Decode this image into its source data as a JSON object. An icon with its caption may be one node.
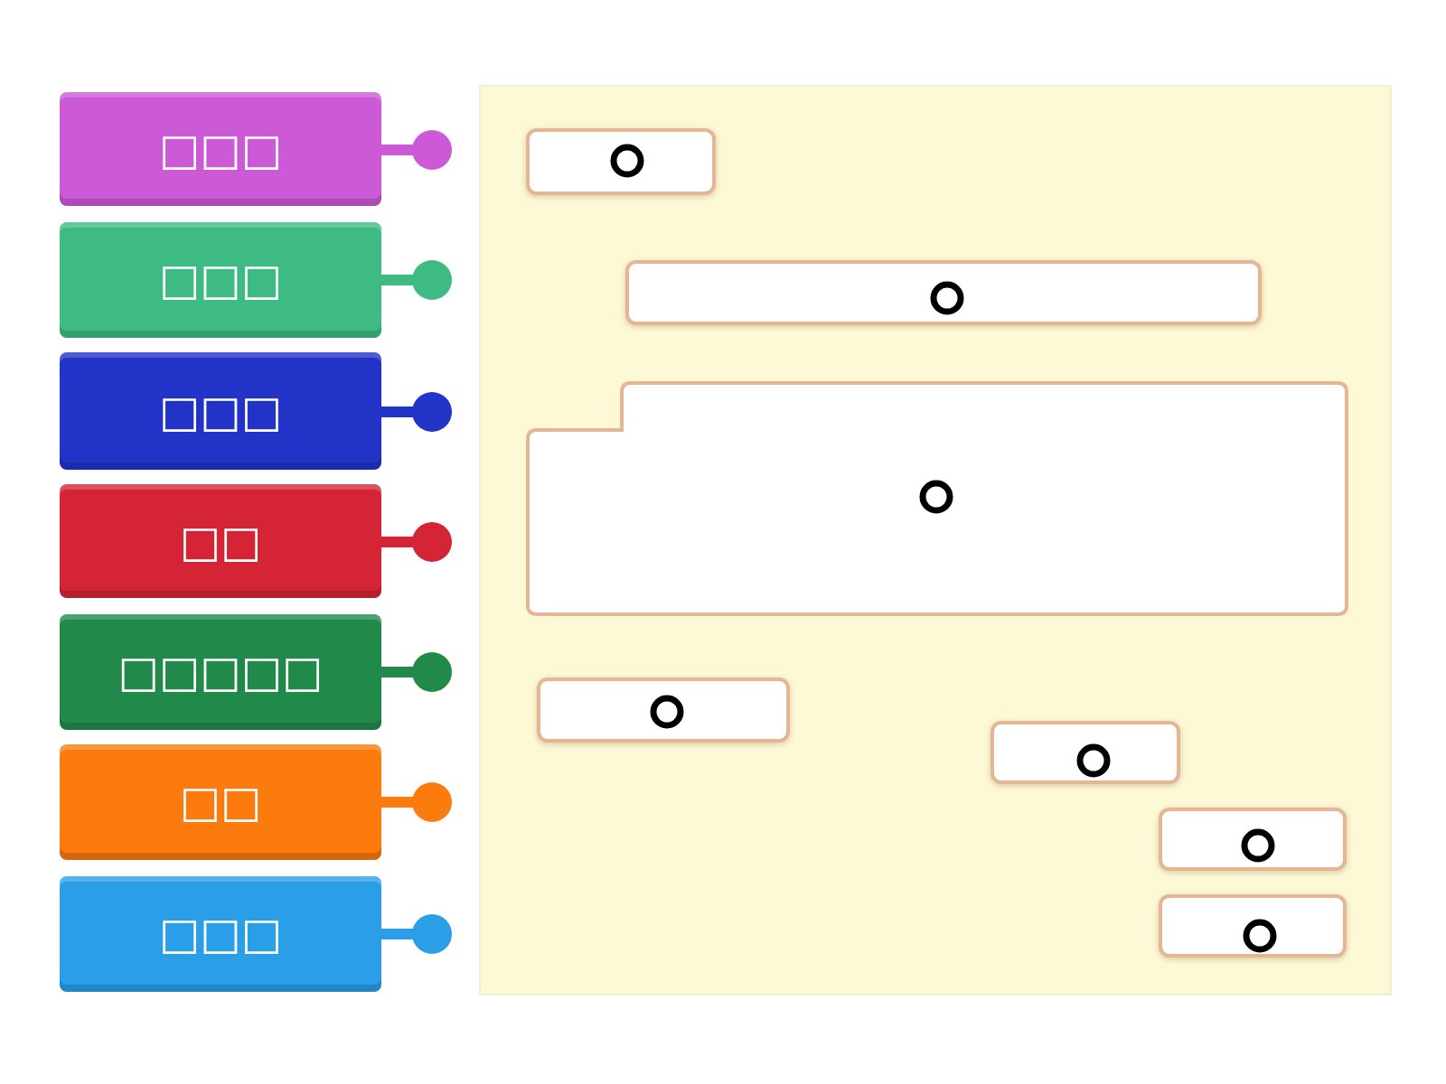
{
  "diagram": {
    "nodes": [
      {
        "text": [
          "□□□"
        ]
      },
      {
        "text": [
          "□□□"
        ]
      },
      {
        "text": [
          "□□□"
        ]
      },
      {
        "text": [
          "□□"
        ]
      },
      {
        "text": [
          "□□□□□"
        ]
      },
      {
        "text": [
          "□□"
        ]
      },
      {
        "text": [
          "□□□"
        ]
      },
      {
        "text": [],
        "shape": "box"
      },
      {
        "text": [],
        "shape": "box",
        "in": 7
      },
      {
        "text": [],
        "shape": "box",
        "in": 7
      },
      {
        "text": [],
        "shape": "box",
        "in": 7
      },
      {
        "text": [],
        "shape": "box",
        "in": 7
      },
      {
        "text": [],
        "shape": "box",
        "in": 7
      },
      {
        "text": [],
        "shape": "box",
        "in": 7
      },
      {
        "text": [],
        "shape": "box",
        "in": 7
      }
    ]
  }
}
